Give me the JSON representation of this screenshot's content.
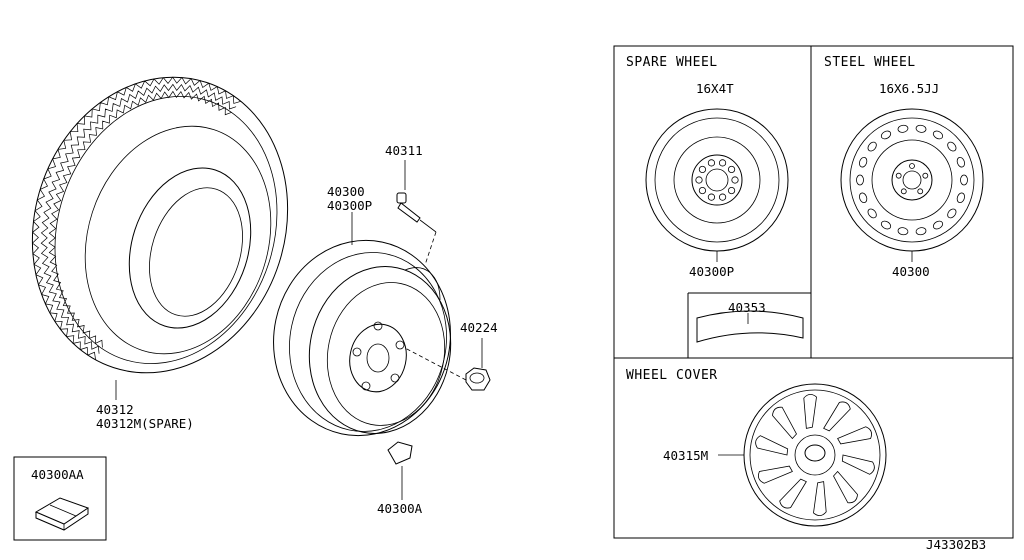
{
  "diagram_id": "J43302B3",
  "parts": {
    "tire_a": "40312",
    "tire_b": "40312M(SPARE)",
    "valve": "40311",
    "wheel_a": "40300",
    "wheel_b": "40300P",
    "nut": "40224",
    "weight": "40300A",
    "kit": "40300AA",
    "sticker": "40353",
    "spare_wheel_part": "40300P",
    "steel_wheel_part": "40300",
    "cover": "40315M"
  },
  "panels": {
    "spare_title": "SPARE WHEEL",
    "spare_size": "16X4T",
    "steel_title": "STEEL WHEEL",
    "steel_size": "16X6.5JJ",
    "cover_title": "WHEEL COVER"
  }
}
